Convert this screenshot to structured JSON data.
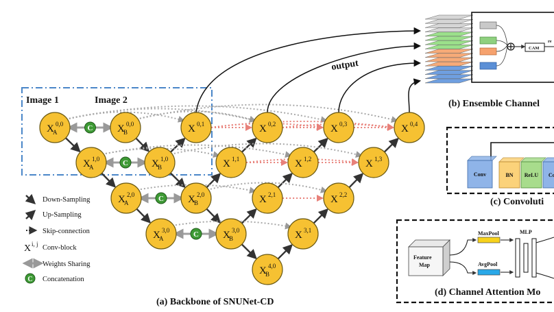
{
  "labels": {
    "image1": "Image 1",
    "image2": "Image 2",
    "output": "output",
    "caption_a": "(a) Backbone of SNUNet-CD",
    "caption_b": "(b) Ensemble Channel",
    "caption_c": "(c) Convoluti",
    "caption_d": "(d) Channel Attention Mo",
    "cam": "CAM",
    "cam_trunc": "re"
  },
  "concat_symbol": "C",
  "nodes": [
    {
      "id": "a00",
      "base": "X",
      "sub": "A",
      "sup": "0,0"
    },
    {
      "id": "b00",
      "base": "X",
      "sub": "B",
      "sup": "0,0"
    },
    {
      "id": "a10",
      "base": "X",
      "sub": "A",
      "sup": "1,0"
    },
    {
      "id": "b10",
      "base": "X",
      "sub": "B",
      "sup": "1,0"
    },
    {
      "id": "a20",
      "base": "X",
      "sub": "A",
      "sup": "2,0"
    },
    {
      "id": "b20",
      "base": "X",
      "sub": "B",
      "sup": "2,0"
    },
    {
      "id": "a30",
      "base": "X",
      "sub": "A",
      "sup": "3,0"
    },
    {
      "id": "b30",
      "base": "X",
      "sub": "B",
      "sup": "3,0"
    },
    {
      "id": "b40",
      "base": "X",
      "sub": "B",
      "sup": "4,0"
    },
    {
      "id": "x01",
      "base": "X",
      "sub": "",
      "sup": "0,1"
    },
    {
      "id": "x02",
      "base": "X",
      "sub": "",
      "sup": "0,2"
    },
    {
      "id": "x03",
      "base": "X",
      "sub": "",
      "sup": "0,3"
    },
    {
      "id": "x04",
      "base": "X",
      "sub": "",
      "sup": "0,4"
    },
    {
      "id": "x11",
      "base": "X",
      "sub": "",
      "sup": "1,1"
    },
    {
      "id": "x12",
      "base": "X",
      "sub": "",
      "sup": "1,2"
    },
    {
      "id": "x13",
      "base": "X",
      "sub": "",
      "sup": "1,3"
    },
    {
      "id": "x21",
      "base": "X",
      "sub": "",
      "sup": "2,1"
    },
    {
      "id": "x22",
      "base": "X",
      "sub": "",
      "sup": "2,2"
    },
    {
      "id": "x31",
      "base": "X",
      "sub": "",
      "sup": "3,1"
    }
  ],
  "legend": [
    {
      "symbol": "down-arrow",
      "label": "Down-Sampling"
    },
    {
      "symbol": "up-arrow",
      "label": "Up-Sampling"
    },
    {
      "symbol": "dotted-arrow",
      "label": "Skip-connection"
    },
    {
      "symbol": "conv-block",
      "label": "Conv-block",
      "base": "X",
      "sup": "i, j"
    },
    {
      "symbol": "double-arrow",
      "label": "Weights Sharing"
    },
    {
      "symbol": "concat-circle",
      "label": "Concatenation"
    }
  ],
  "conv_blocks": [
    "Conv",
    "BN",
    "ReLU",
    "Con"
  ],
  "cam_blocks": {
    "feature_map": [
      "Feature",
      "Map"
    ],
    "maxpool": "MaxPool",
    "avgpool": "AvgPool",
    "mlp": "MLP"
  },
  "colors": {
    "node_fill": "#f6c132",
    "concat_fill": "#3e9a35",
    "dash_box": "#4a86c8",
    "skip_gray": "#a8a8a8",
    "skip_red": "#e8817a",
    "arrow": "#333333"
  }
}
